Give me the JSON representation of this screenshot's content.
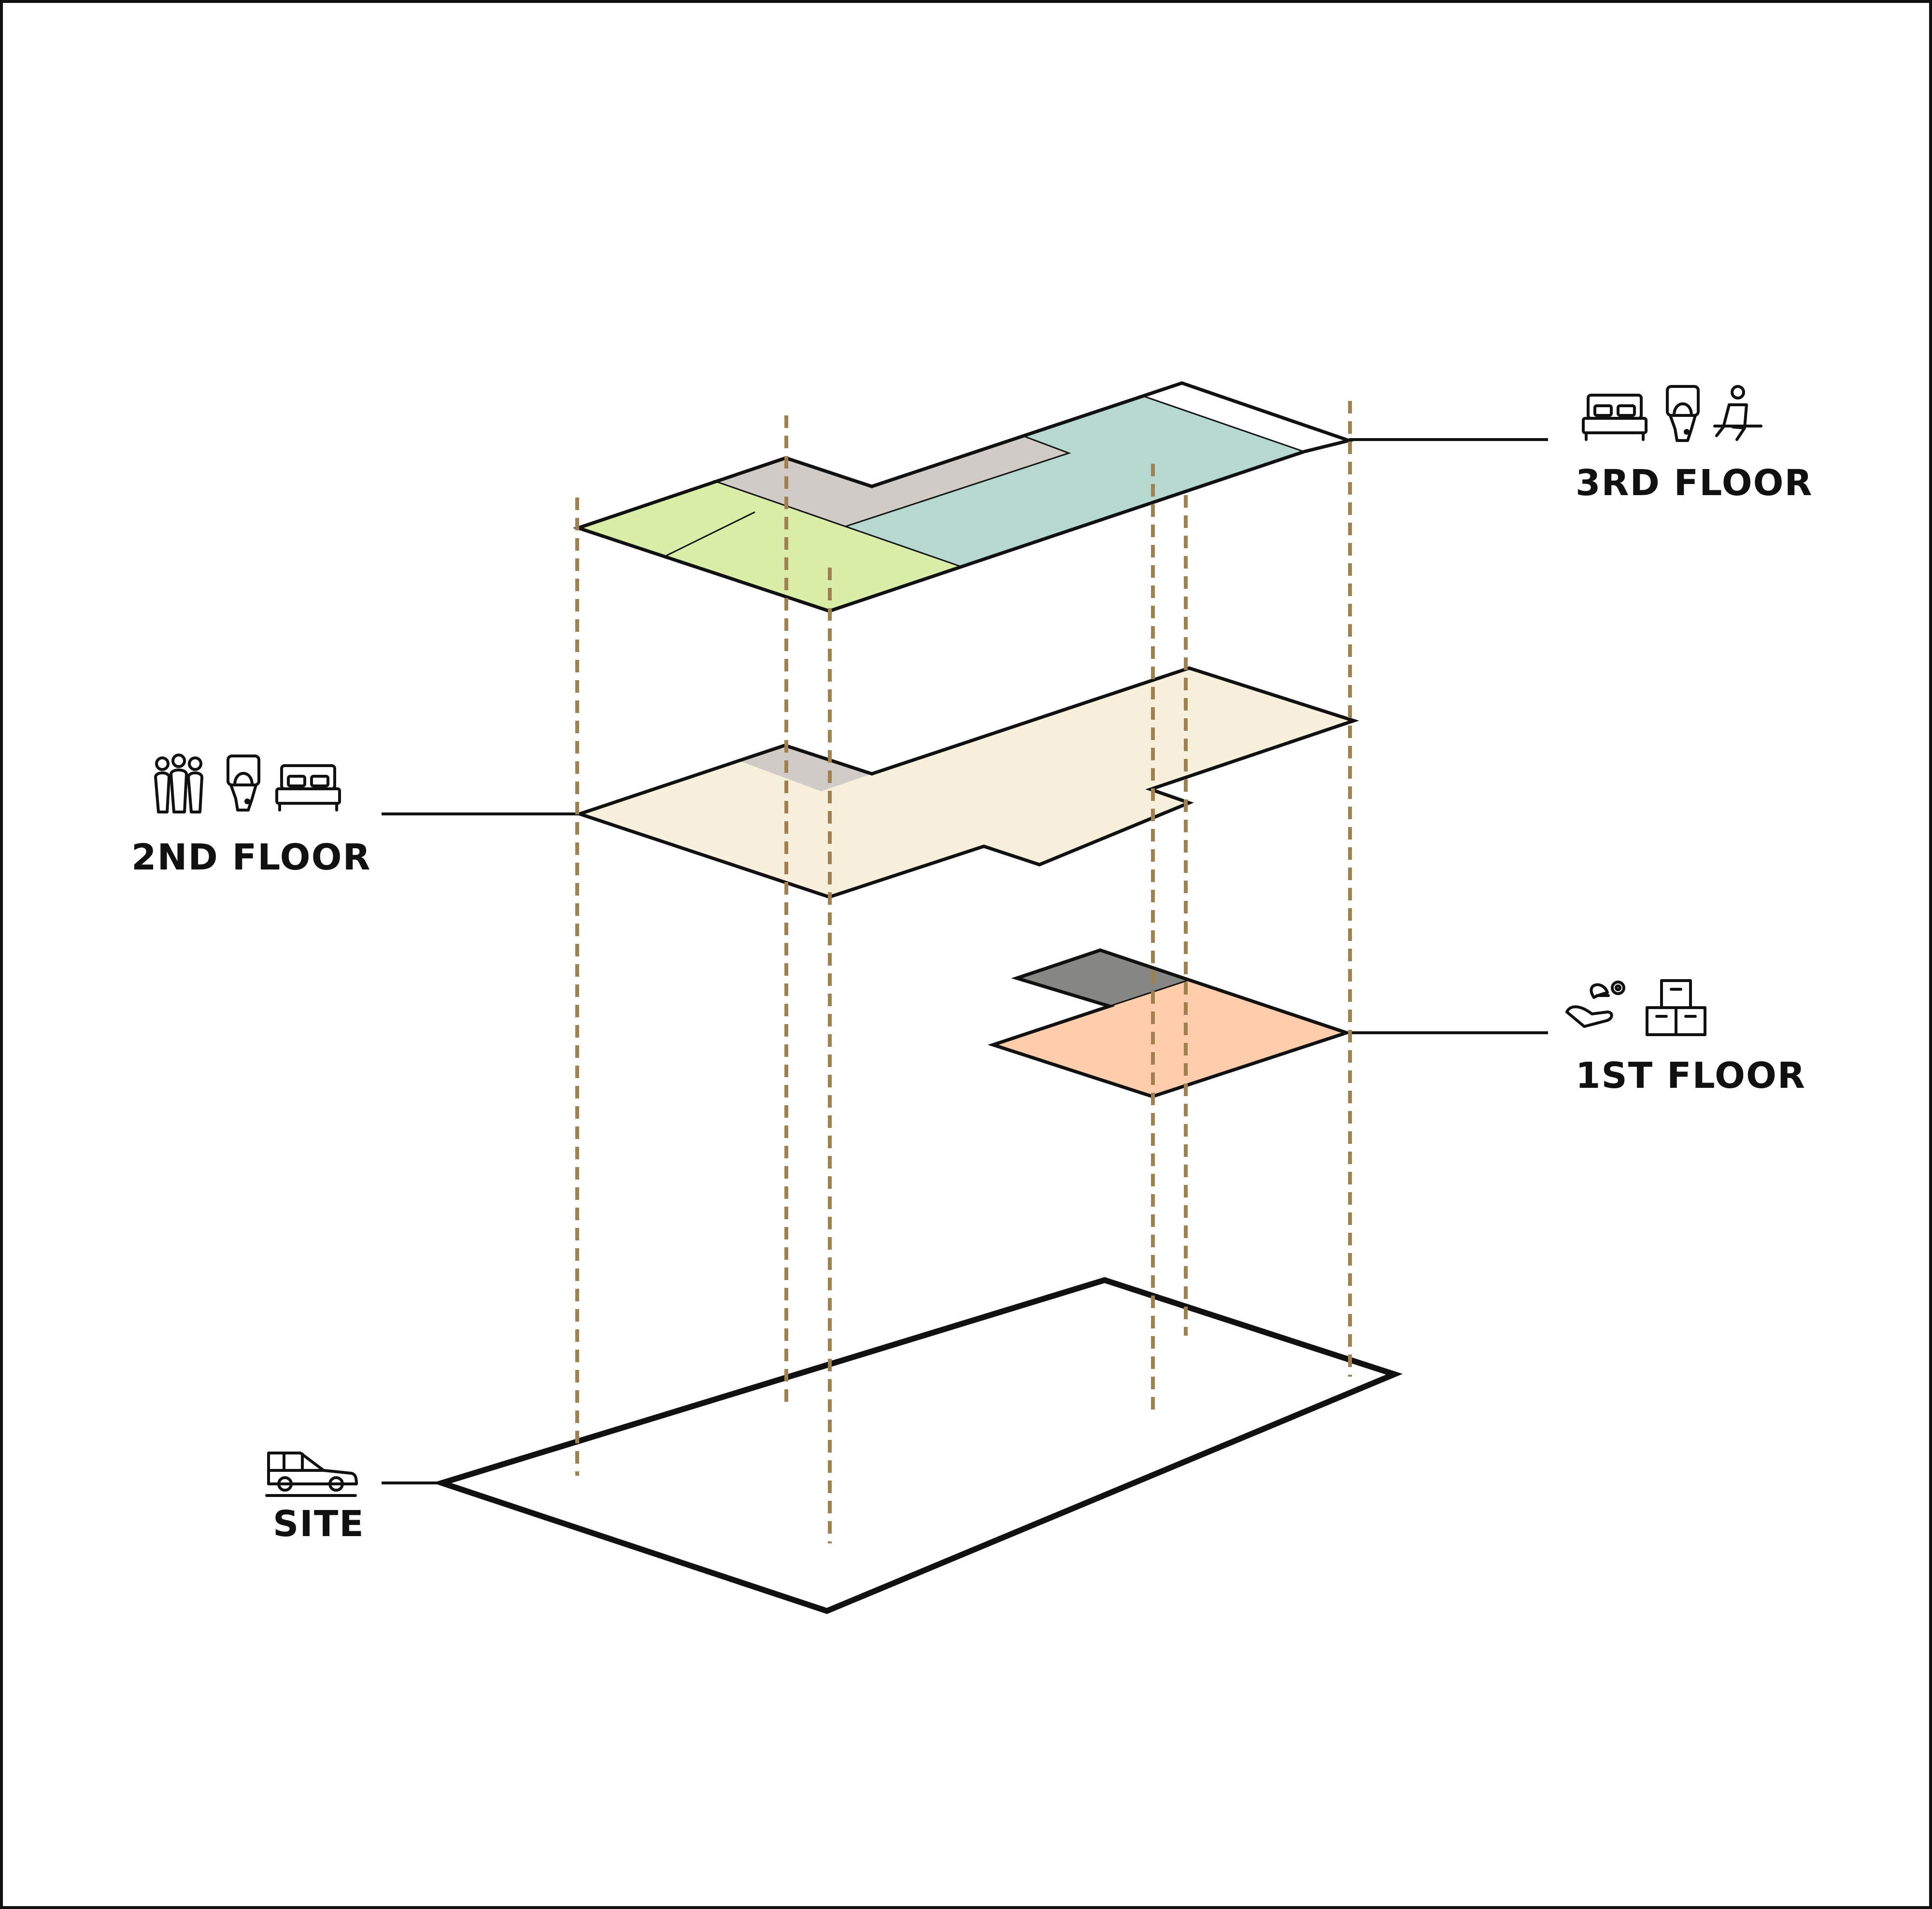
{
  "floors": {
    "third": {
      "label": "3RD FLOOR",
      "icons": [
        "bed-icon",
        "toilet-icon",
        "seated-person-icon"
      ]
    },
    "second": {
      "label": "2ND FLOOR",
      "icons": [
        "people-group-icon",
        "toilet-icon",
        "bed-icon"
      ]
    },
    "first": {
      "label": "1ST FLOOR",
      "icons": [
        "hand-leaf-gear-icon",
        "stacked-boxes-icon"
      ]
    },
    "site": {
      "label": "SITE",
      "icons": [
        "car-icon"
      ]
    }
  },
  "colors": {
    "frame": "#111111",
    "guide_lines": "#a0804f",
    "third_floor_green": "#d9eda9",
    "third_floor_teal": "#b6d8d1",
    "third_floor_grey": "#d0cbc6",
    "second_floor_cream": "#f6efdc",
    "second_floor_grey": "#d0cbc6",
    "first_floor_peach": "#ffcdac",
    "first_floor_dark_grey": "#868682"
  }
}
